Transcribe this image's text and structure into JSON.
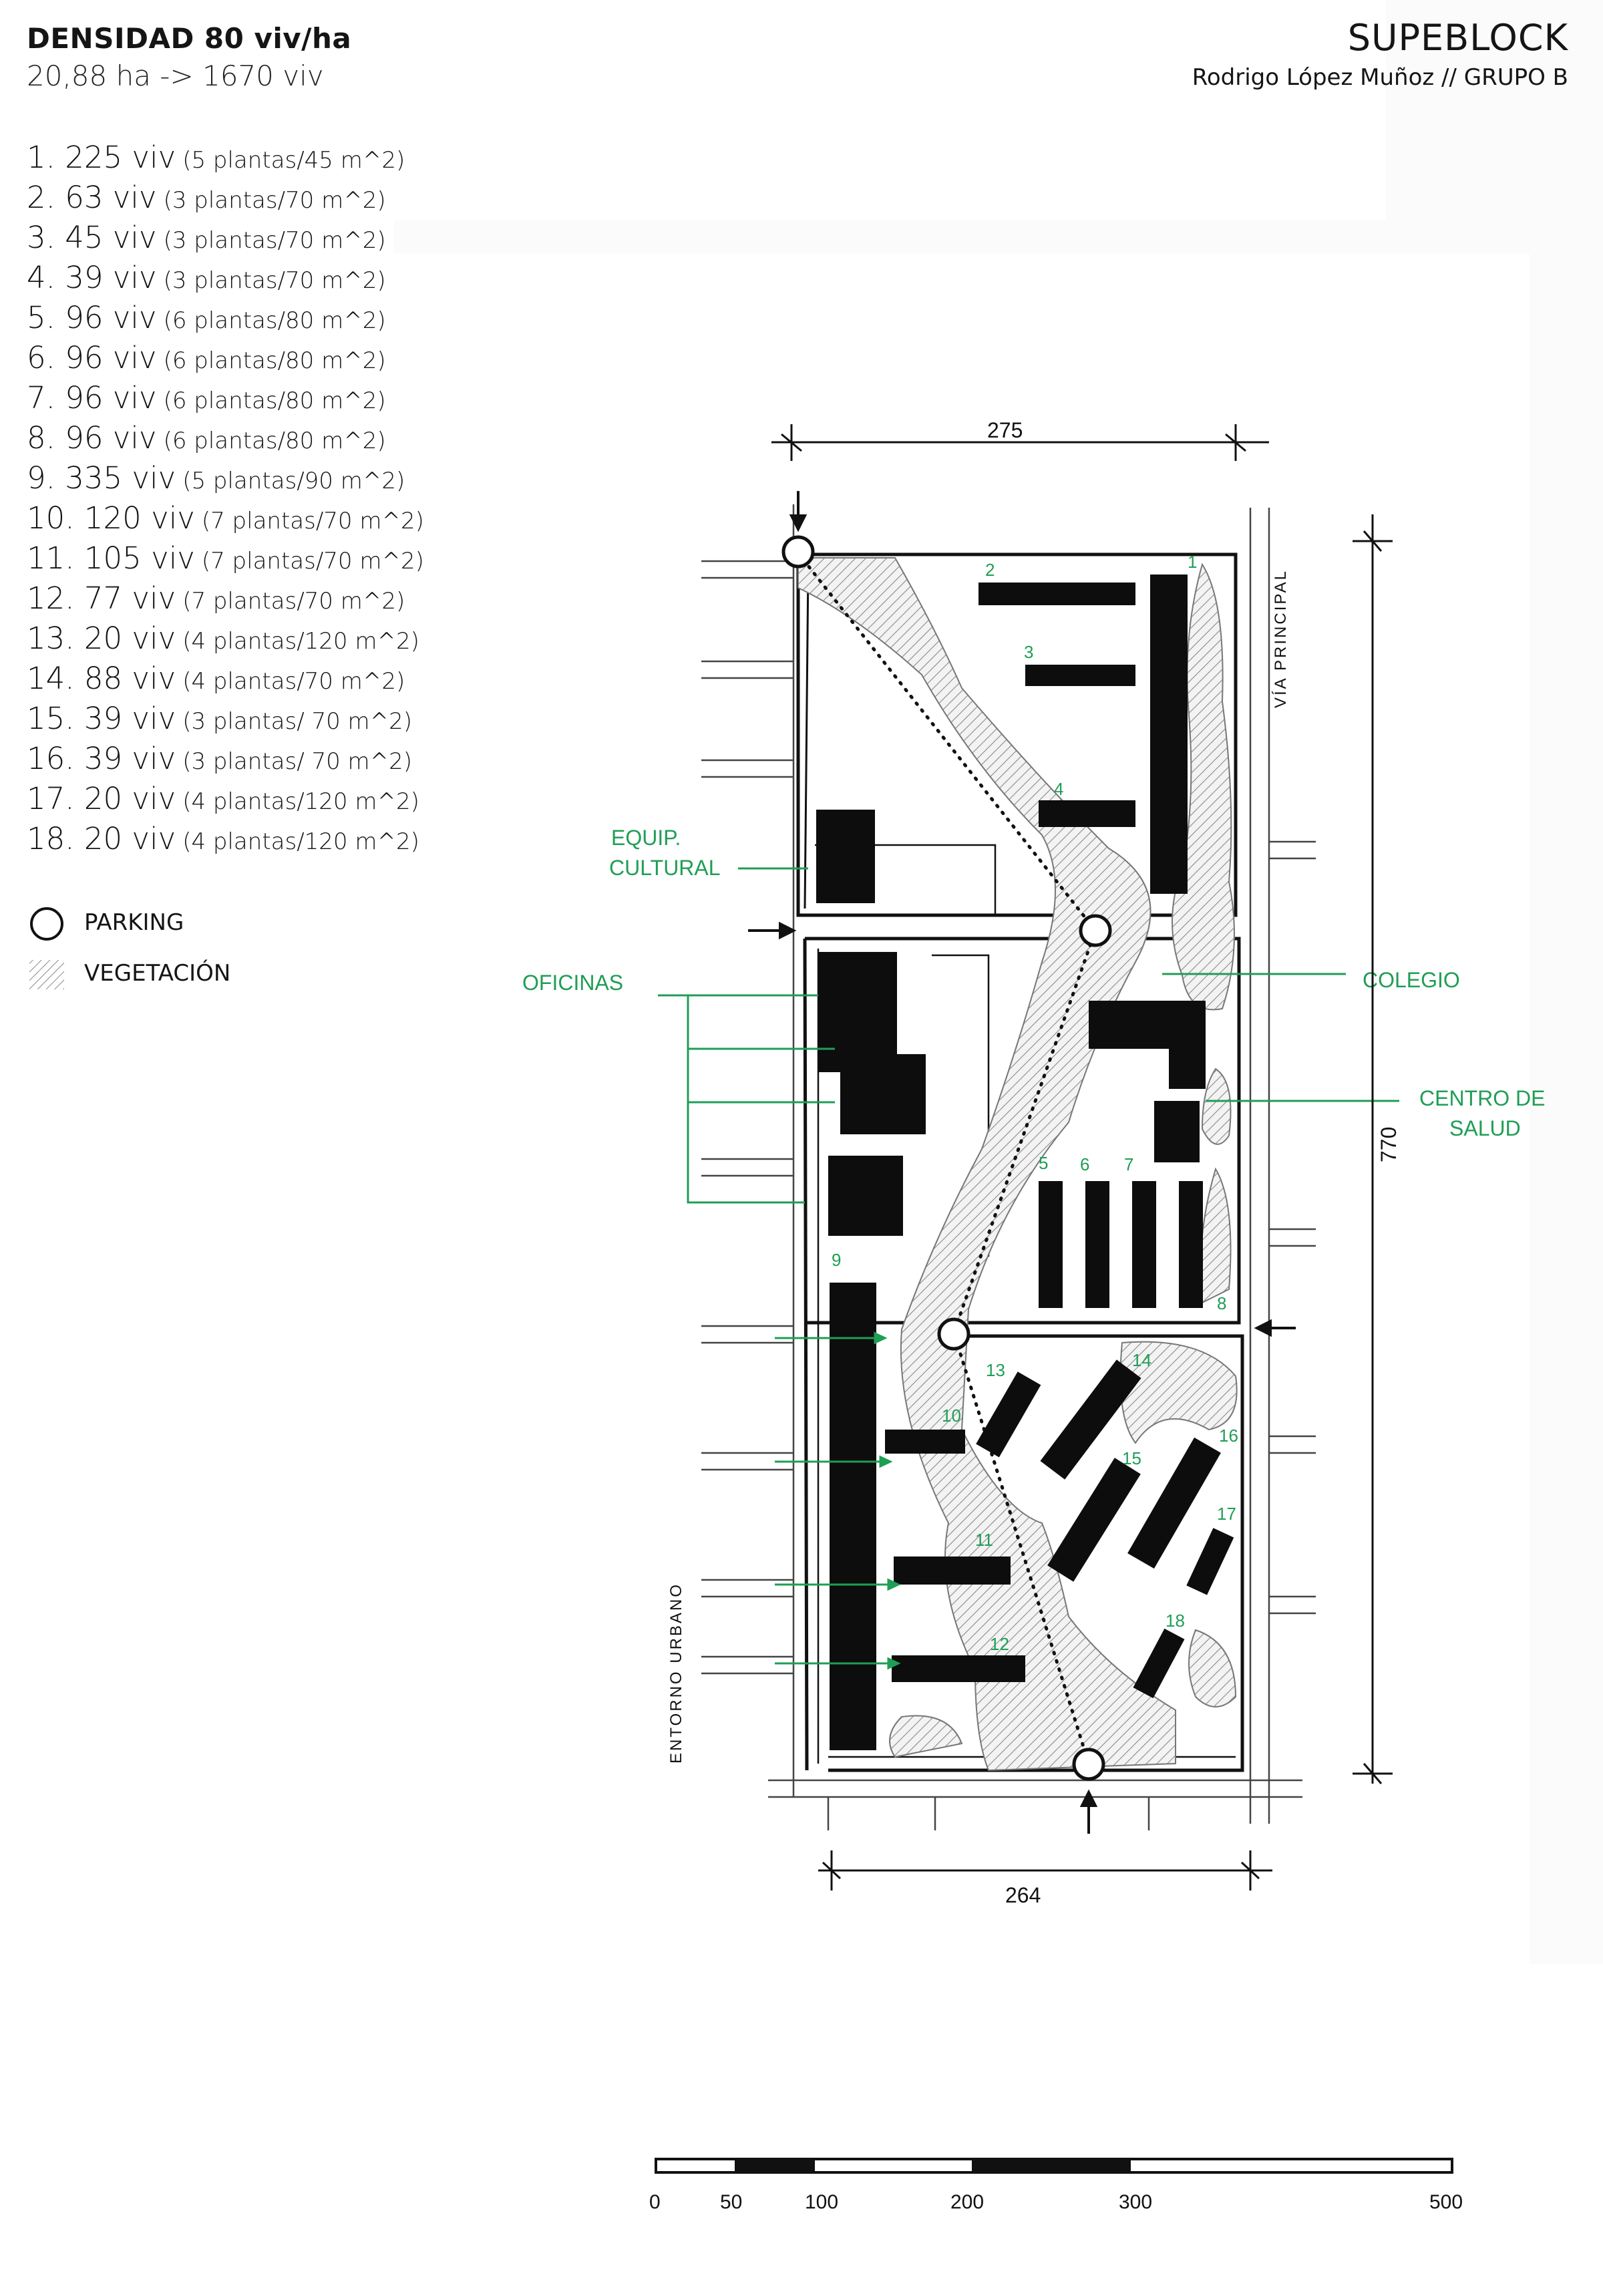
{
  "header": {
    "title": "DENSIDAD 80 viv/ha",
    "subtitle": "20,88 ha -> 1670 viv",
    "project": "SUPEBLOCK",
    "author": "Rodrigo López Muñoz // GRUPO B"
  },
  "units": [
    {
      "main": "1. 225 viv",
      "detail": "(5 plantas/45 m^2)"
    },
    {
      "main": "2. 63 viv",
      "detail": "(3 plantas/70 m^2)"
    },
    {
      "main": "3. 45 viv",
      "detail": "(3 plantas/70 m^2)"
    },
    {
      "main": "4. 39 viv",
      "detail": "(3 plantas/70 m^2)"
    },
    {
      "main": "5. 96 viv",
      "detail": "(6 plantas/80 m^2)"
    },
    {
      "main": "6. 96 viv",
      "detail": "(6 plantas/80 m^2)"
    },
    {
      "main": "7. 96 viv",
      "detail": "(6 plantas/80 m^2)"
    },
    {
      "main": "8. 96 viv",
      "detail": "(6 plantas/80 m^2)"
    },
    {
      "main": "9. 335 viv",
      "detail": "(5 plantas/90 m^2)"
    },
    {
      "main": "10. 120 viv",
      "detail": "(7 plantas/70 m^2)"
    },
    {
      "main": "11. 105 viv",
      "detail": "(7 plantas/70 m^2)"
    },
    {
      "main": "12. 77 viv",
      "detail": "(7 plantas/70 m^2)"
    },
    {
      "main": "13. 20 viv",
      "detail": "(4 plantas/120 m^2)"
    },
    {
      "main": "14. 88 viv",
      "detail": "(4 plantas/70 m^2)"
    },
    {
      "main": "15. 39 viv",
      "detail": "(3 plantas/ 70 m^2)"
    },
    {
      "main": "16. 39 viv",
      "detail": "(3 plantas/ 70 m^2)"
    },
    {
      "main": "17. 20 viv",
      "detail": "(4 plantas/120 m^2)"
    },
    {
      "main": "18. 20 viv",
      "detail": "(4 plantas/120 m^2)"
    }
  ],
  "legend": {
    "parking": "PARKING",
    "vegetation": "VEGETACIÓN"
  },
  "plan": {
    "labels": {
      "equipamiento": [
        "EQUIP.",
        "CULTURAL"
      ],
      "oficinas": "OFICINAS",
      "colegio": "COLEGIO",
      "centro_salud": [
        "CENTRO DE",
        "SALUD"
      ],
      "via_principal": "VÍA PRINCIPAL",
      "entorno_urbano": "ENTORNO URBANO"
    },
    "dimensions": {
      "top": "275",
      "bottom": "264",
      "right": "770"
    },
    "building_numbers": [
      "1",
      "2",
      "3",
      "4",
      "5",
      "6",
      "7",
      "8",
      "9",
      "10",
      "11",
      "12",
      "13",
      "14",
      "15",
      "16",
      "17",
      "18"
    ]
  },
  "scale_bar": {
    "ticks": [
      "0",
      "50",
      "100",
      "200",
      "300",
      "500"
    ]
  },
  "colors": {
    "ink": "#111111",
    "annotation_green": "#1f9e55",
    "vegetation_hatch": "#8a8a8a",
    "paper": "#ffffff"
  }
}
